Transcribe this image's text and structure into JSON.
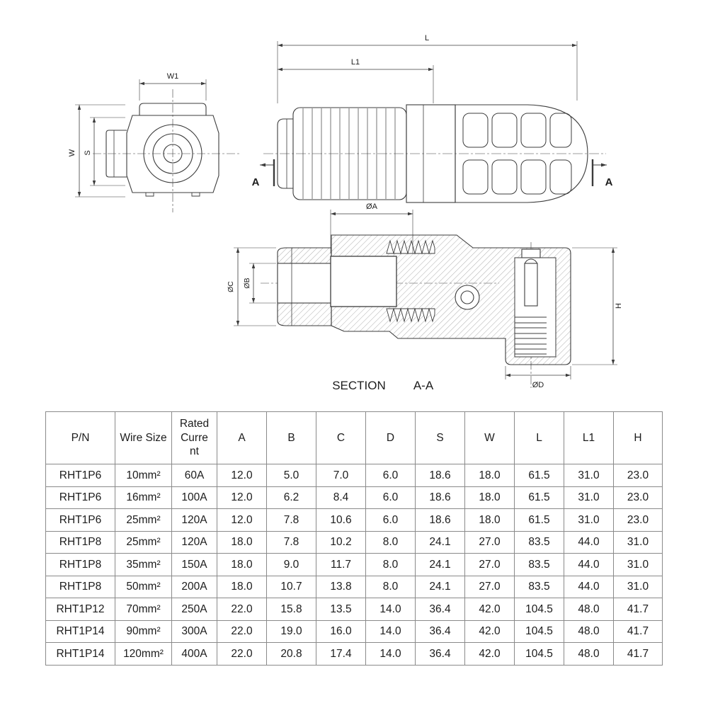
{
  "drawing": {
    "section_word": "SECTION",
    "section_name": "A-A",
    "labels": {
      "w1": "W1",
      "w": "W",
      "s": "S",
      "l": "L",
      "l1": "L1",
      "a_left": "A",
      "a_right": "A",
      "dia_a": "ØA",
      "dia_b": "ØB",
      "dia_c": "ØC",
      "dia_d": "ØD",
      "h": "H"
    }
  },
  "table": {
    "headers": [
      "P/N",
      "Wire Size",
      "Rated Current",
      "A",
      "B",
      "C",
      "D",
      "S",
      "W",
      "L",
      "L1",
      "H"
    ],
    "rows": [
      [
        "RHT1P6",
        "10mm²",
        "60A",
        "12.0",
        "5.0",
        "7.0",
        "6.0",
        "18.6",
        "18.0",
        "61.5",
        "31.0",
        "23.0"
      ],
      [
        "RHT1P6",
        "16mm²",
        "100A",
        "12.0",
        "6.2",
        "8.4",
        "6.0",
        "18.6",
        "18.0",
        "61.5",
        "31.0",
        "23.0"
      ],
      [
        "RHT1P6",
        "25mm²",
        "120A",
        "12.0",
        "7.8",
        "10.6",
        "6.0",
        "18.6",
        "18.0",
        "61.5",
        "31.0",
        "23.0"
      ],
      [
        "RHT1P8",
        "25mm²",
        "120A",
        "18.0",
        "7.8",
        "10.2",
        "8.0",
        "24.1",
        "27.0",
        "83.5",
        "44.0",
        "31.0"
      ],
      [
        "RHT1P8",
        "35mm²",
        "150A",
        "18.0",
        "9.0",
        "11.7",
        "8.0",
        "24.1",
        "27.0",
        "83.5",
        "44.0",
        "31.0"
      ],
      [
        "RHT1P8",
        "50mm²",
        "200A",
        "18.0",
        "10.7",
        "13.8",
        "8.0",
        "24.1",
        "27.0",
        "83.5",
        "44.0",
        "31.0"
      ],
      [
        "RHT1P12",
        "70mm²",
        "250A",
        "22.0",
        "15.8",
        "13.5",
        "14.0",
        "36.4",
        "42.0",
        "104.5",
        "48.0",
        "41.7"
      ],
      [
        "RHT1P14",
        "90mm²",
        "300A",
        "22.0",
        "19.0",
        "16.0",
        "14.0",
        "36.4",
        "42.0",
        "104.5",
        "48.0",
        "41.7"
      ],
      [
        "RHT1P14",
        "120mm²",
        "400A",
        "22.0",
        "20.8",
        "17.4",
        "14.0",
        "36.4",
        "42.0",
        "104.5",
        "48.0",
        "41.7"
      ]
    ]
  }
}
